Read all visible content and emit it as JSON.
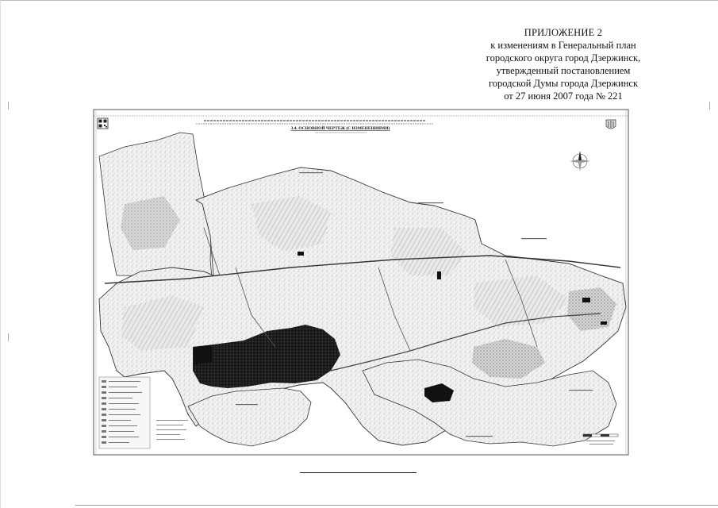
{
  "document": {
    "header_lines": [
      "ПРИЛОЖЕНИЕ 2",
      "к изменениям в Генеральный план",
      "городского округа город Дзержинск,",
      "утвержденный постановлением",
      "городской Думы города Дзержинск",
      "от 27 июня 2007 года № 221"
    ]
  },
  "map": {
    "title": "3.4. ОСНОВНОЙ ЧЕРТЕЖ (С ИЗМЕНЕНИЯМИ)",
    "header_caption": "",
    "icons": [
      "qr-code-icon",
      "compass-rose-icon",
      "coat-of-arms-icon"
    ]
  }
}
